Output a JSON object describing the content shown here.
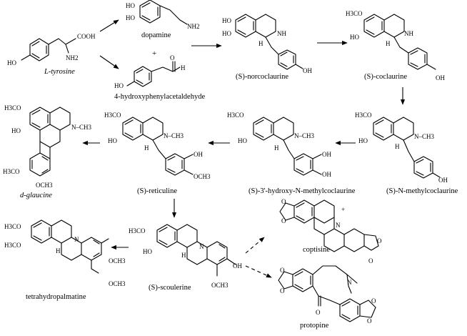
{
  "compounds": {
    "tyrosine": {
      "name": "L-tyrosine",
      "atoms": [
        "COOH",
        "NH2",
        "HO"
      ]
    },
    "dopamine": {
      "name": "dopamine",
      "atoms": [
        "HO",
        "HO",
        "NH2"
      ]
    },
    "hpaa": {
      "name": "4-hydroxyphenylacetaldehyde",
      "atoms": [
        "HO",
        "H",
        "O"
      ]
    },
    "norcoclaurine": {
      "name": "(S)-norcoclaurine",
      "atoms": [
        "HO",
        "HO",
        "NH",
        "H",
        "OH"
      ]
    },
    "coclaurine": {
      "name": "(S)-coclaurine",
      "atoms": [
        "H3CO",
        "HO",
        "NH",
        "H",
        "OH"
      ]
    },
    "nmethylcoclaurine": {
      "name": "(S)-N-methylcoclaurine",
      "atoms": [
        "H3CO",
        "HO",
        "N–CH3",
        "H",
        "OH"
      ]
    },
    "hydroxynmethyl": {
      "name": "(S)-3'-hydroxy-N-methylcoclaurine",
      "atoms": [
        "H3CO",
        "HO",
        "N–CH3",
        "H",
        "OH",
        "OH"
      ]
    },
    "reticuline": {
      "name": "(S)-reticuline",
      "atoms": [
        "H3CO",
        "HO",
        "N–CH3",
        "H",
        "OH",
        "OCH3"
      ]
    },
    "glaucine": {
      "name": "d-glaucine",
      "atoms": [
        "H3CO",
        "HO",
        "N–CH3",
        "H3CO",
        "OCH3"
      ]
    },
    "scoulerine": {
      "name": "(S)-scoulerine",
      "atoms": [
        "H3CO",
        "HO",
        "N",
        "H",
        "OH",
        "OCH3"
      ]
    },
    "tetrahydropalmatine": {
      "name": "tetrahydropalmatine",
      "atoms": [
        "H3CO",
        "H3CO",
        "N",
        "H",
        "OCH3",
        "OCH3"
      ]
    },
    "coptisine": {
      "name": "coptisine",
      "atoms": [
        "O",
        "O",
        "N",
        "+",
        "O",
        "O"
      ]
    },
    "protopine": {
      "name": "protopine",
      "atoms": [
        "O",
        "O",
        "N",
        "O",
        "O",
        "O"
      ]
    }
  },
  "plus_sign": "+"
}
